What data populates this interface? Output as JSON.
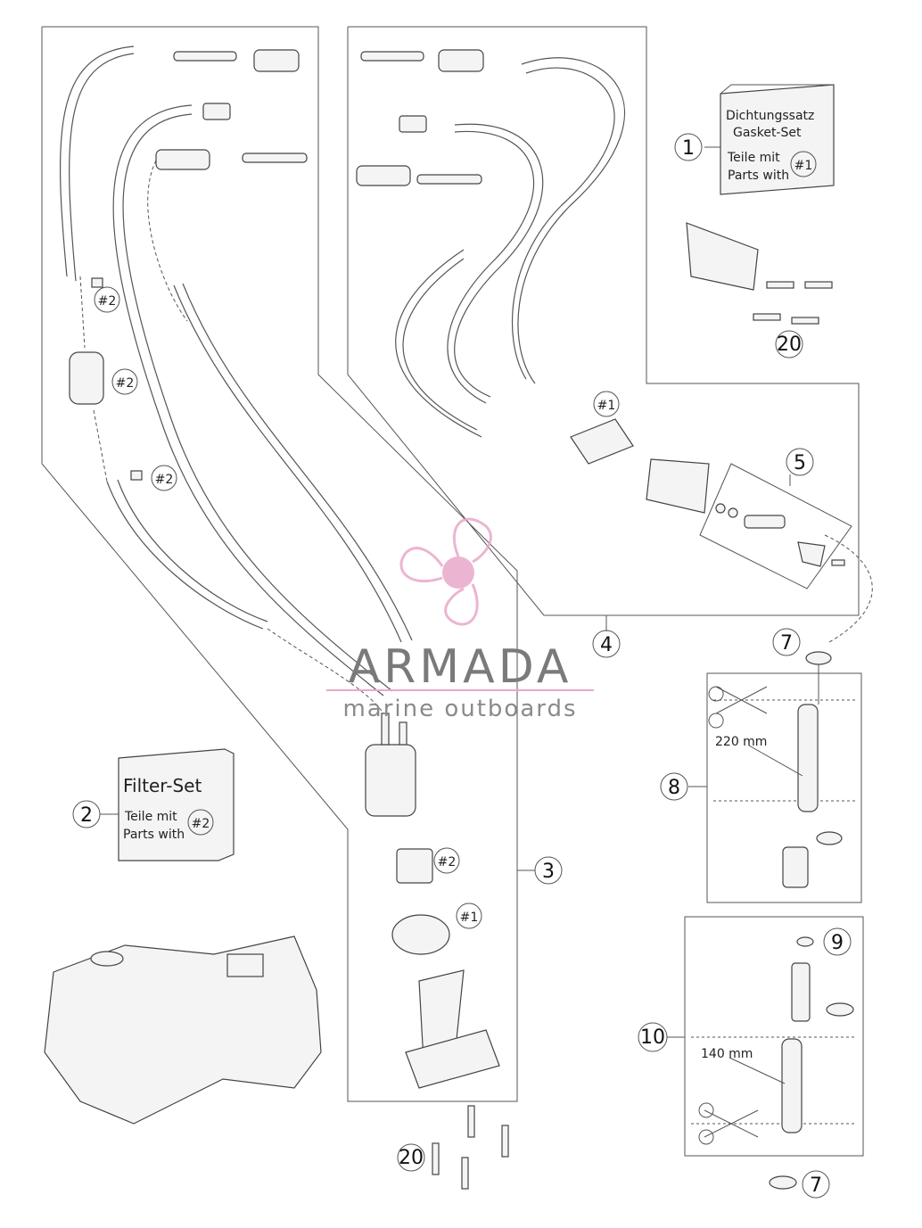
{
  "callouts": {
    "c1": "1",
    "c2": "2",
    "c3": "3",
    "c4": "4",
    "c5": "5",
    "c7a": "7",
    "c7b": "7",
    "c8": "8",
    "c9": "9",
    "c10": "10",
    "c20a": "20",
    "c20b": "20"
  },
  "refs": {
    "r2a": "#2",
    "r2b": "#2",
    "r2c": "#2",
    "r2d": "#2",
    "r1a": "#1",
    "r1b": "#1"
  },
  "gasket_box": {
    "line1": "Dichtungssatz",
    "line2": "Gasket-Set",
    "line3": "Teile mit",
    "line4": "Parts with",
    "ref": "#1"
  },
  "filter_box": {
    "line1": "Filter-Set",
    "line2": "Teile mit",
    "line3": "Parts with",
    "ref": "#2"
  },
  "dimensions": {
    "d220": "220 mm",
    "d140": "140 mm"
  },
  "watermark": {
    "brand": "ARMADA",
    "tagline": "marine outboards",
    "color": "#e8a9c9"
  }
}
